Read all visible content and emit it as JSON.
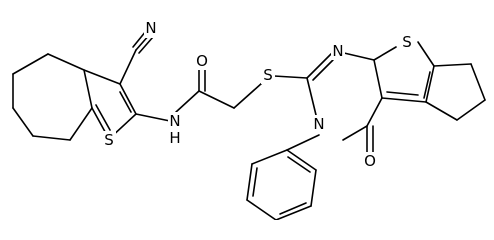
{
  "molecule": {
    "atoms": [
      {
        "id": "n_nitrile",
        "label": "N"
      },
      {
        "id": "s_thiophene_left",
        "label": "S"
      },
      {
        "id": "nh_amide",
        "label": "N"
      },
      {
        "id": "h_amide",
        "label": "H"
      },
      {
        "id": "o_amide",
        "label": "O"
      },
      {
        "id": "s_thioether",
        "label": "S"
      },
      {
        "id": "n_pyrimidine_top",
        "label": "N"
      },
      {
        "id": "s_thiophene_right",
        "label": "S"
      },
      {
        "id": "n_pyrimidine_phenyl",
        "label": "N"
      },
      {
        "id": "o_ketone",
        "label": "O"
      }
    ]
  }
}
